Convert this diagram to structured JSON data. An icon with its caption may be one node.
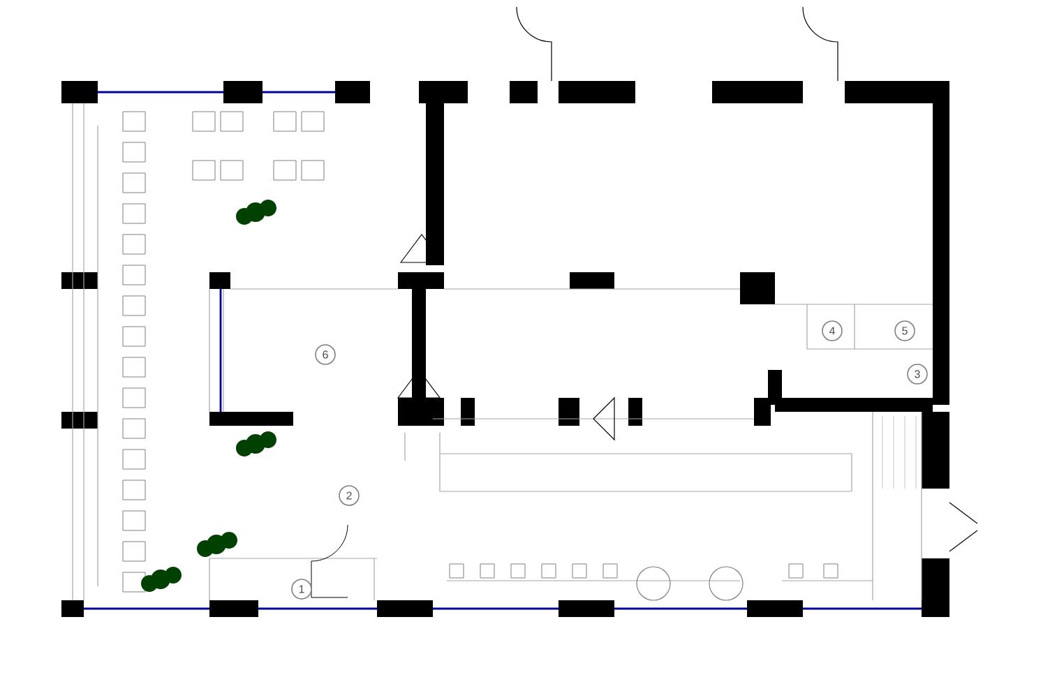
{
  "diagram": {
    "nodes": [
      {
        "text": [
          "4"
        ]
      },
      {
        "text": [
          "5"
        ]
      },
      {
        "text": [
          "6"
        ]
      },
      {
        "text": [
          "3"
        ]
      },
      {
        "text": [
          "2"
        ]
      },
      {
        "text": [
          "1"
        ]
      }
    ]
  }
}
